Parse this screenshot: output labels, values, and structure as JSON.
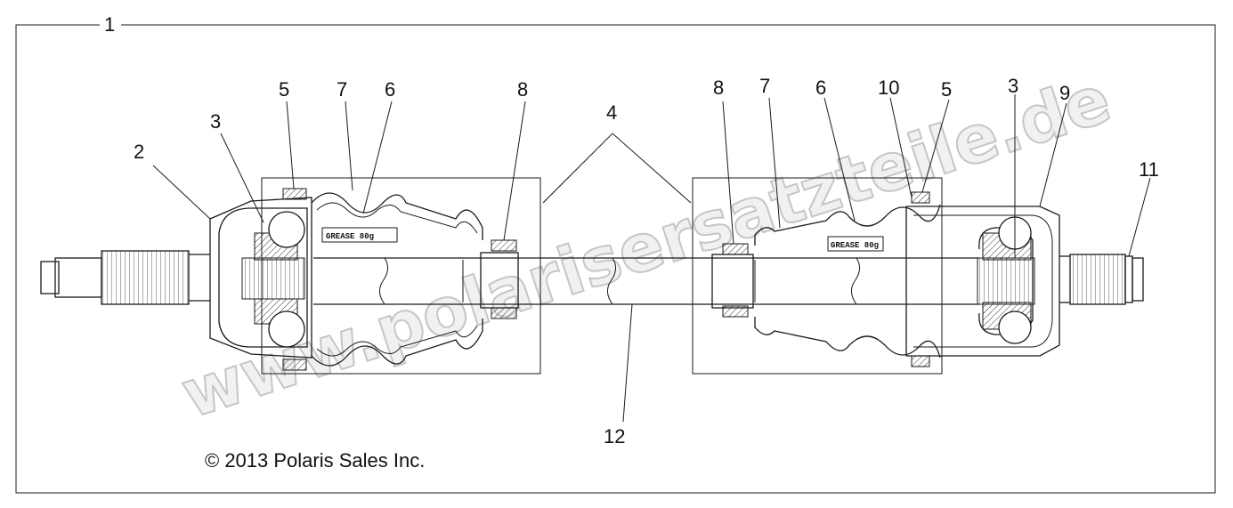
{
  "diagram": {
    "assembly_callout": "1",
    "callouts": {
      "c2": "2",
      "c3_left": "3",
      "c5_left": "5",
      "c7_left": "7",
      "c6_left": "6",
      "c8_left": "8",
      "c4": "4",
      "c8_right": "8",
      "c7_right": "7",
      "c6_right": "6",
      "c10": "10",
      "c5_right": "5",
      "c3_right": "3",
      "c9": "9",
      "c11": "11",
      "c12": "12"
    },
    "grease_label_left": "GREASE 80g",
    "grease_label_right": "GREASE 80g",
    "copyright": "© 2013 Polaris Sales Inc.",
    "watermark": "www.polarisersatzteile.de"
  }
}
